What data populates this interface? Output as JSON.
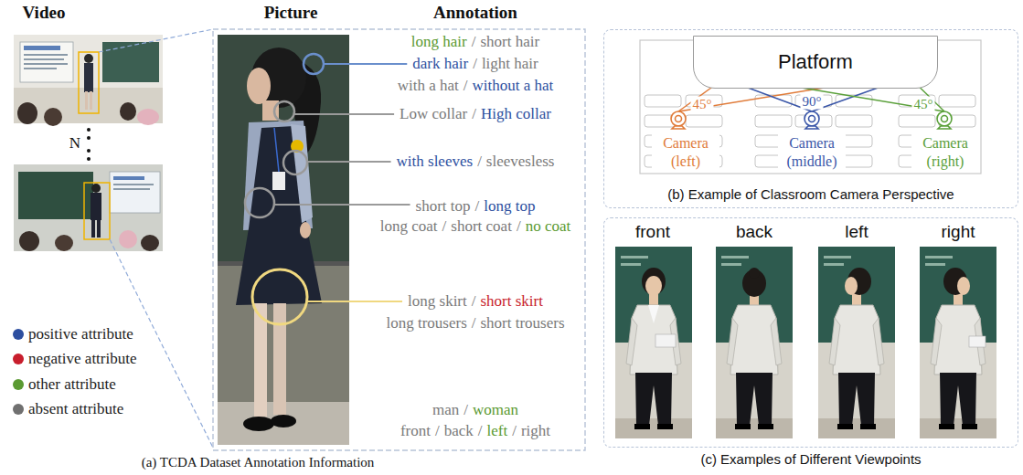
{
  "diagram": {
    "nodes": [
      {
        "text": [
          "(b) Example of Classroom Camera Perspective"
        ]
      },
      {
        "text": [
          "Platform"
        ],
        "in": 0
      },
      {
        "text": [
          "(c) Examples of Different Viewpoints"
        ]
      }
    ],
    "labels": [
      "Video",
      "Picture",
      "Annotation",
      "N",
      "long hair",
      "/",
      "short hair",
      "dark hair",
      "/",
      "light hair",
      "with a hat",
      "/",
      "without a hat",
      "Low collar",
      "/",
      "High collar",
      "with sleeves",
      "/",
      "sleevesless",
      "short top",
      "/",
      "long top",
      "long coat",
      "/",
      "short coat",
      "/",
      "no coat",
      "long skirt",
      "/",
      "short skirt",
      "long trousers",
      "/",
      "short trousers",
      "man",
      "/",
      "woman",
      "front",
      "/",
      "back",
      "/",
      "left",
      "/",
      "right",
      "(a) TCDA Dataset Annotation Information",
      "45°",
      "Camera (left)",
      "90°",
      "Camera (middle)",
      "45°",
      "Camera (right)",
      "front",
      "back",
      "left",
      "right"
    ],
    "legend": [
      {
        "text": "positive attribute",
        "color": "#2d4fa0"
      },
      {
        "text": "negative attribute",
        "color": "#c81e2d"
      },
      {
        "text": "other attribute",
        "color": "#5b9a32"
      },
      {
        "text": "absent attribute",
        "color": "#707070"
      }
    ]
  }
}
